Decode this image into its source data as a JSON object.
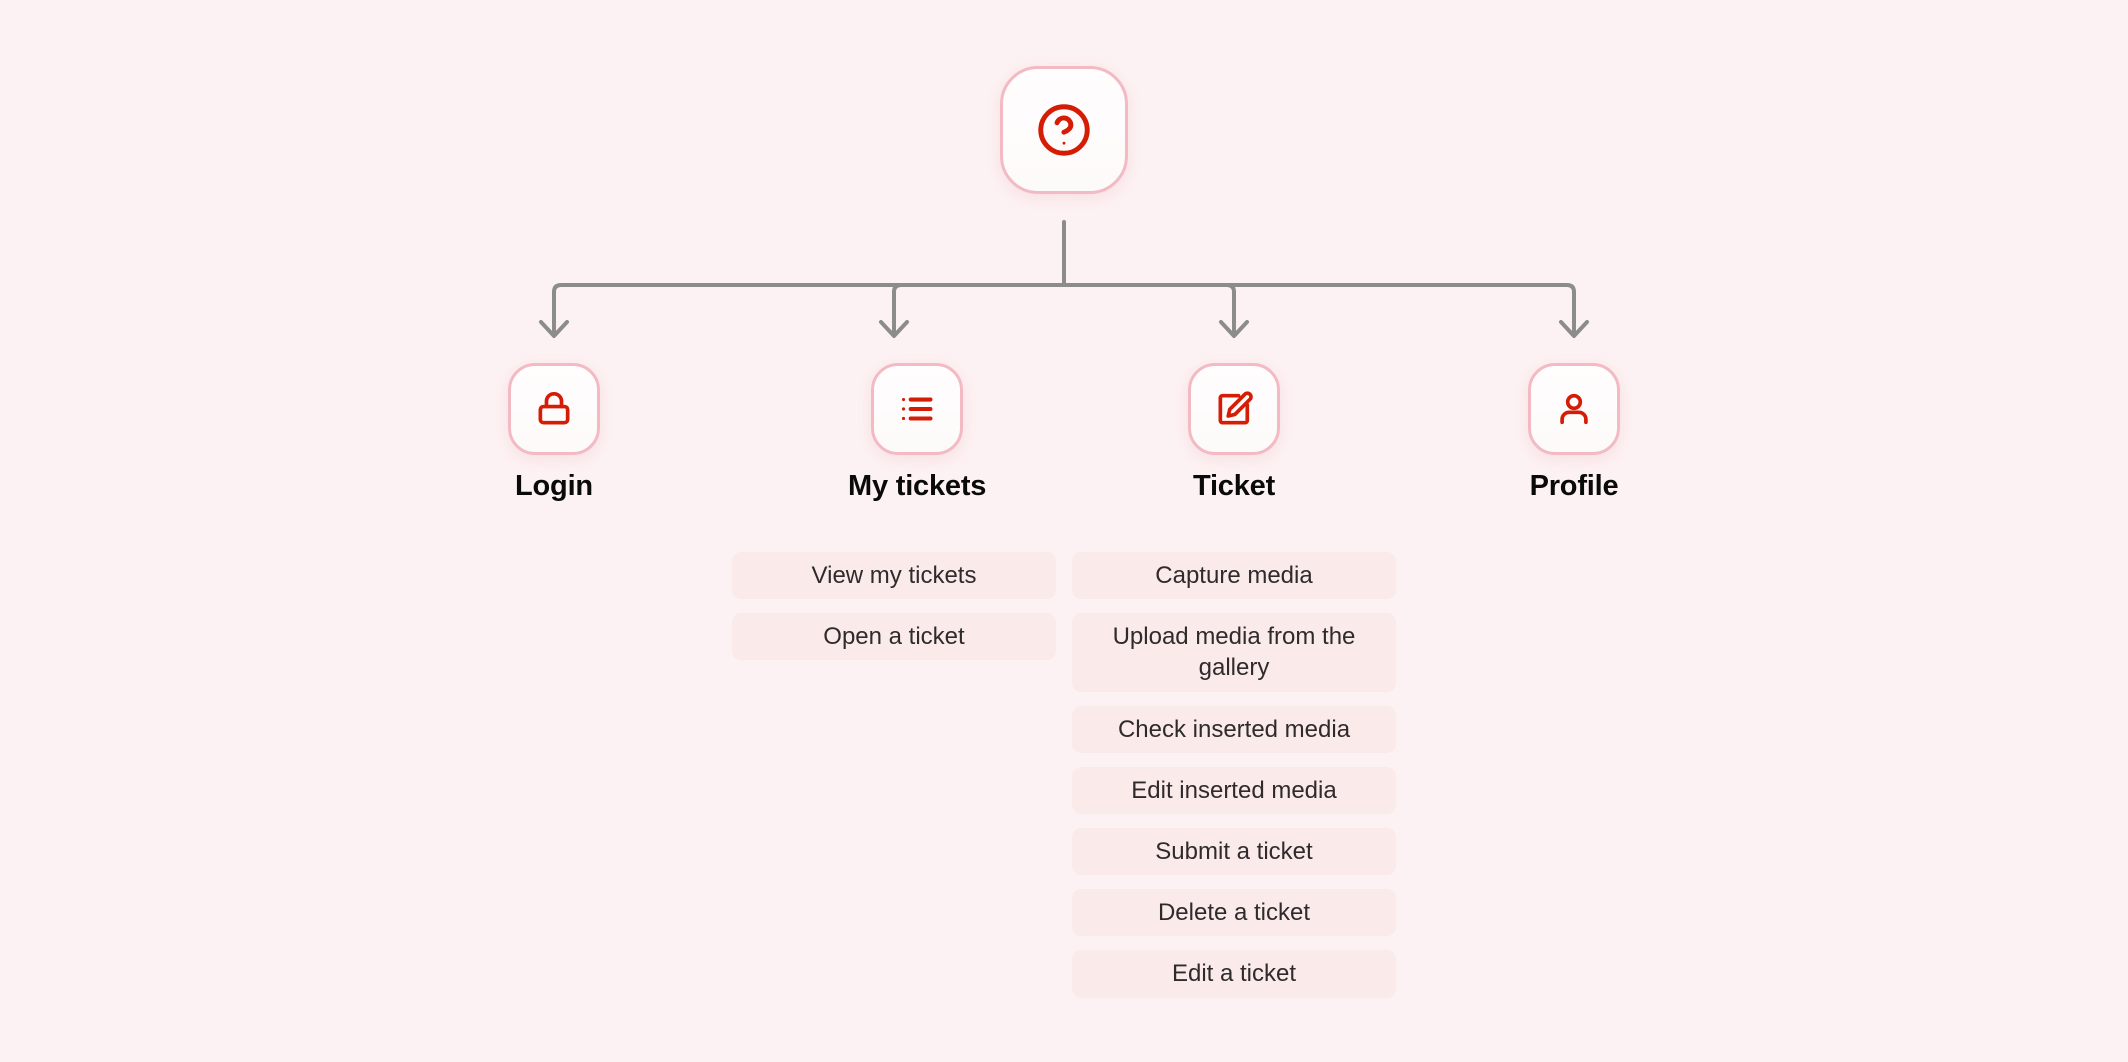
{
  "page": {
    "background_color": "#fdf2f3",
    "title": "App sitemap diagram"
  },
  "theme": {
    "card_border_color": "#f3bac3",
    "card_fill_color": "#fffdfd",
    "icon_color": "#d51d06",
    "connector_color": "#8d8c8c",
    "pill_background": "#fbeaea",
    "pill_text_color": "#2f2b2c",
    "label_color": "#0a0a0a"
  },
  "root": {
    "icon": "question-mark-circle-icon",
    "label": ""
  },
  "children": [
    {
      "id": "login",
      "label": "Login",
      "icon": "lock-icon",
      "items": []
    },
    {
      "id": "my-tickets",
      "label": "My tickets",
      "icon": "bulleted-list-icon",
      "items": [
        "View my tickets",
        "Open a ticket"
      ]
    },
    {
      "id": "ticket",
      "label": "Ticket",
      "icon": "edit-square-icon",
      "items": [
        "Capture media",
        "Upload media from the gallery",
        "Check inserted media",
        "Edit inserted media",
        "Submit a ticket",
        "Delete a ticket",
        "Edit a ticket"
      ]
    },
    {
      "id": "profile",
      "label": "Profile",
      "icon": "user-person-icon",
      "items": []
    }
  ]
}
